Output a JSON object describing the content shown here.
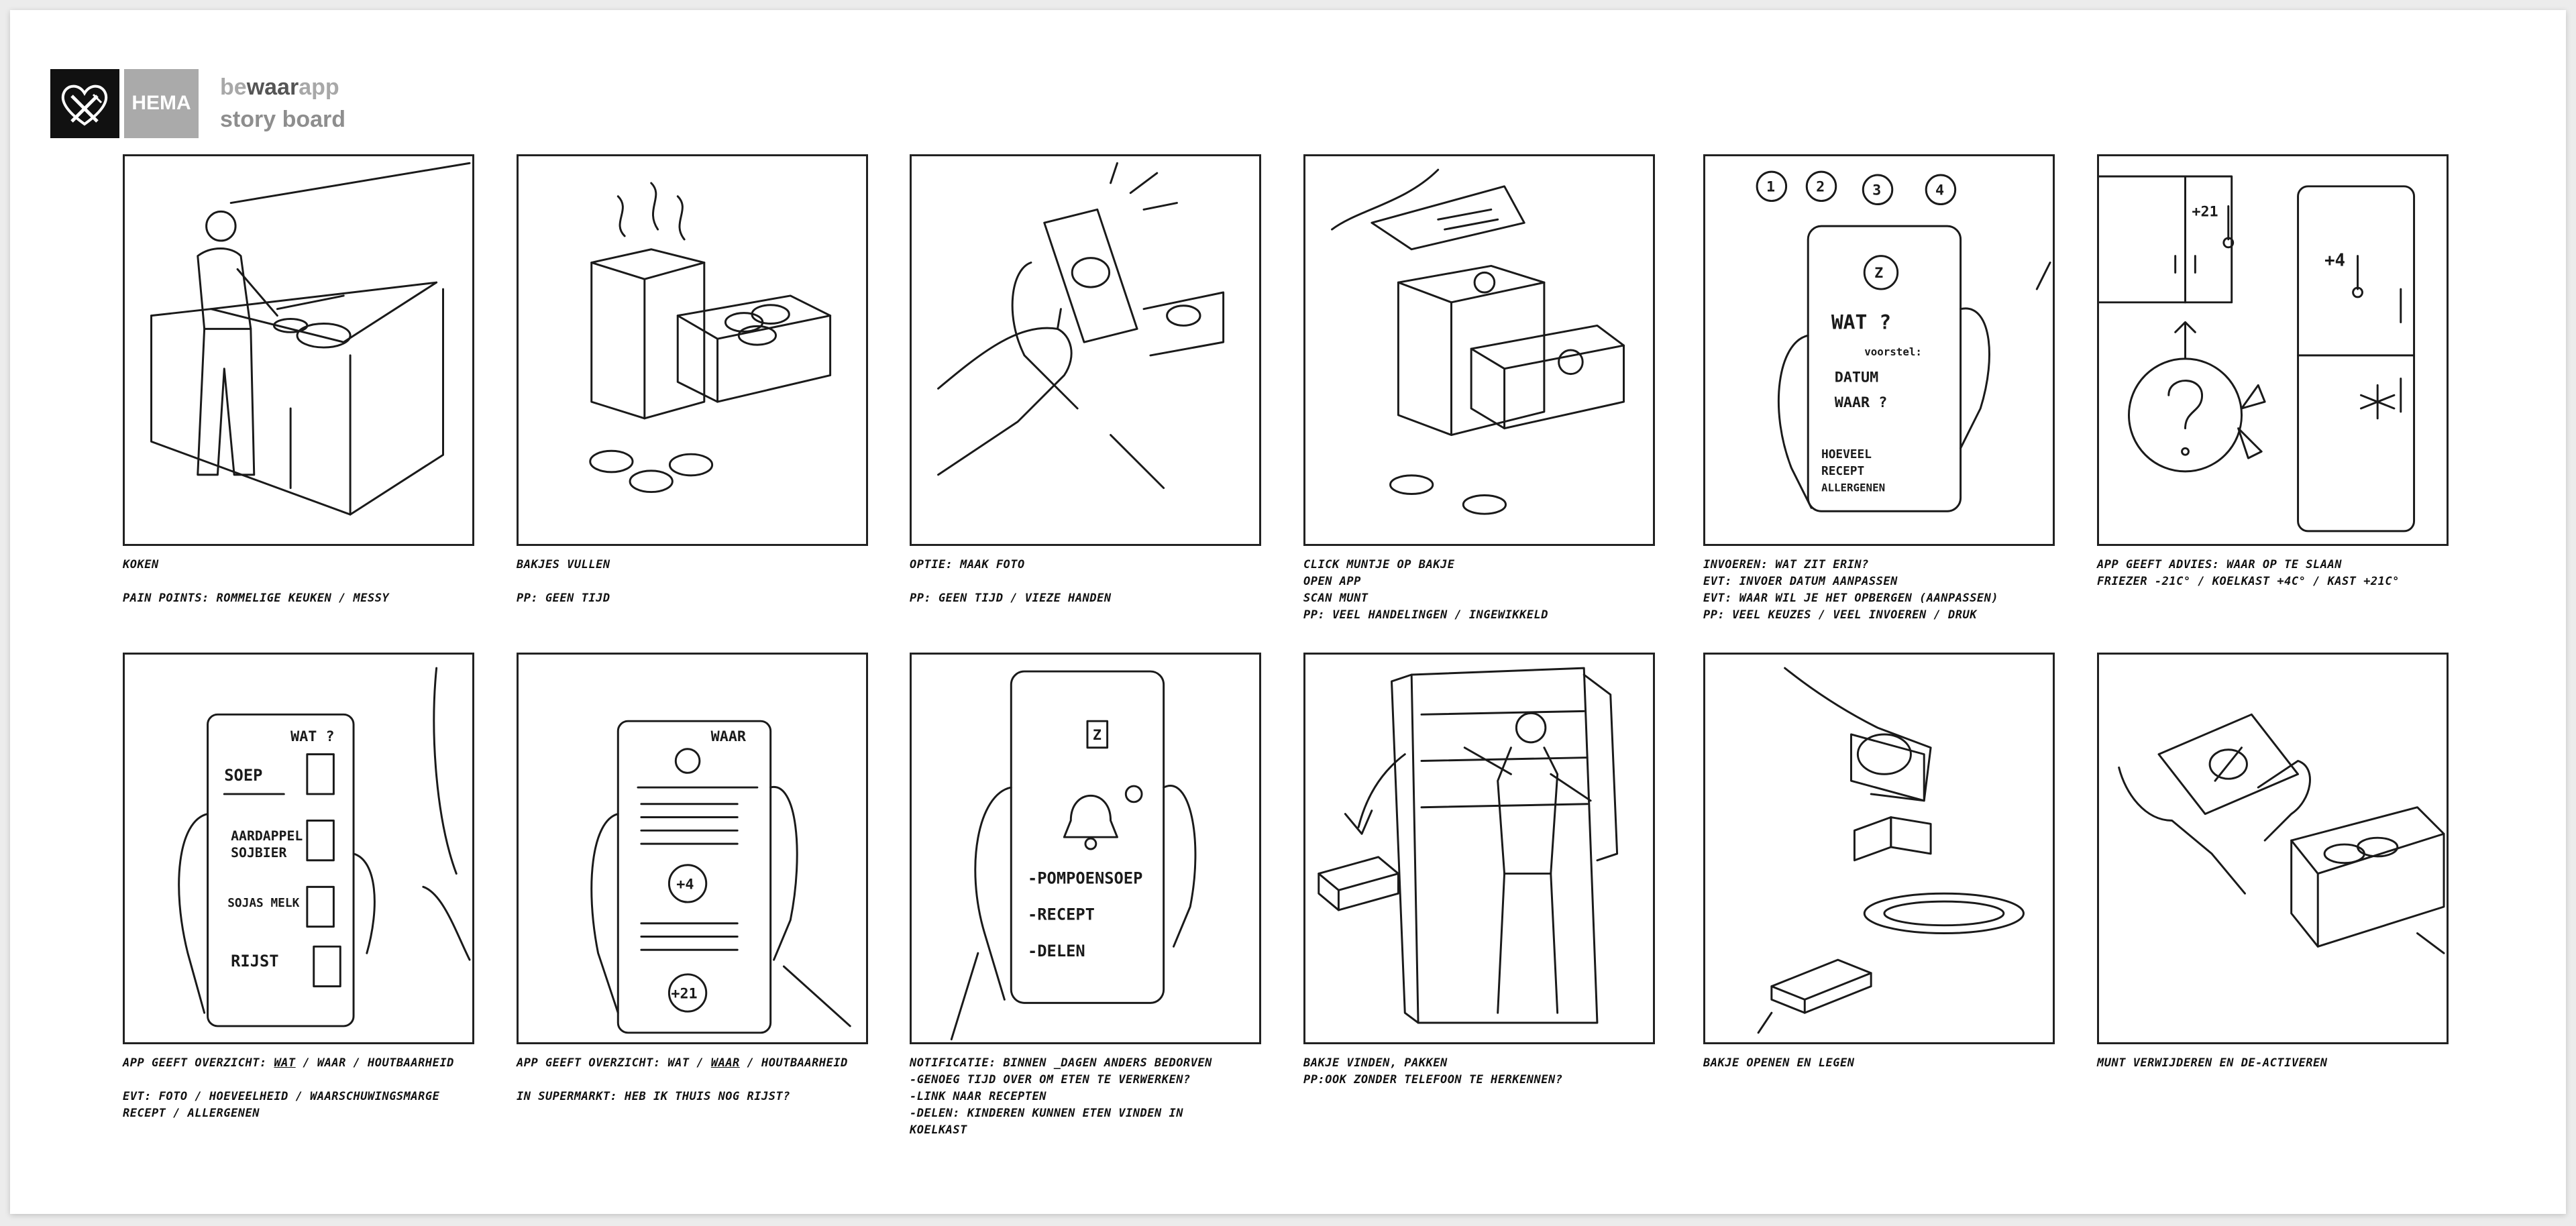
{
  "header": {
    "brand": "HEMA",
    "app_name_prefix": "be",
    "app_name_bold": "waar",
    "app_name_suffix": "app",
    "subtitle": "story board"
  },
  "row1": {
    "p1": {
      "line1": "koken",
      "line2": "pain points: rommelige keuken / messy"
    },
    "p2": {
      "line1": "bakjes vullen",
      "line2": "pp: geen tijd"
    },
    "p3": {
      "line1": "optie: maak foto",
      "line2": "pp: geen tijd / vieze handen"
    },
    "p4": {
      "line1": "click muntje op bakje",
      "line2": "open app",
      "line3": "scan munt",
      "line4": "pp: veel handelingen / ingewikkeld"
    },
    "p5": {
      "line1": "invoeren: wat zit erin?",
      "line2": "evt: invoer datum aanpassen",
      "line3": "evt: waar wil je het opbergen (aanpassen)",
      "line4": "pp: veel keuzes / veel invoeren / druk"
    },
    "p6": {
      "line1": "app geeft advies: waar op te slaan",
      "line2": "friezer -21c° / koelkast +4c° / kast +21c°"
    }
  },
  "row2": {
    "p1": {
      "l1a": "app geeft overzicht: ",
      "l1b": "wat",
      "l1c": " / waar / houtbaarheid",
      "line2": "evt: foto / hoeveelheid / waarschuwingsmarge",
      "line3": "recept / allergenen"
    },
    "p2": {
      "l1a": "app geeft overzicht: wat / ",
      "l1b": "waar",
      "l1c": " / houtbaarheid",
      "line2": "in supermarkt: heb ik thuis nog rijst?"
    },
    "p3": {
      "line1": "notificatie: binnen _dagen anders bedorven",
      "line2": "-genoeg tijd over om eten te verwerken?",
      "line3": "-link naar recepten",
      "line4": "-delen: kinderen kunnen eten vinden in",
      "line5": "koelkast"
    },
    "p4": {
      "line1": "bakje vinden, pakken",
      "line2": "pp:ook zonder telefoon te herkennen?"
    },
    "p5": {
      "line1": "bakje openen en legen"
    },
    "p6": {
      "line1": "munt verwijderen en de-activeren"
    }
  },
  "sketch_text": {
    "wat": "WAT ?",
    "voorstel": "voorstel:",
    "datum": "DATUM",
    "waar": "WAAR ?",
    "hoeveel": "HOEVEEL",
    "recept": "RECEPT",
    "allergenen": "ALLERGENEN",
    "plus21": "+21",
    "plus4": "+4",
    "soep": "SOEP",
    "aardappel": "AARDAPPEL",
    "soj_bier": "SOJBIER",
    "soja_melk": "SOJAS MELK",
    "rijst": "RIJST",
    "wat_hdr": "WAT ?",
    "waar_hdr": "WAAR",
    "pompoensoep": "-POMPOENSOEP",
    "recept2": "-RECEPT",
    "delen": "-DELEN",
    "num1": "1",
    "num2": "2",
    "num3": "3",
    "num4": "4",
    "z": "Z"
  }
}
